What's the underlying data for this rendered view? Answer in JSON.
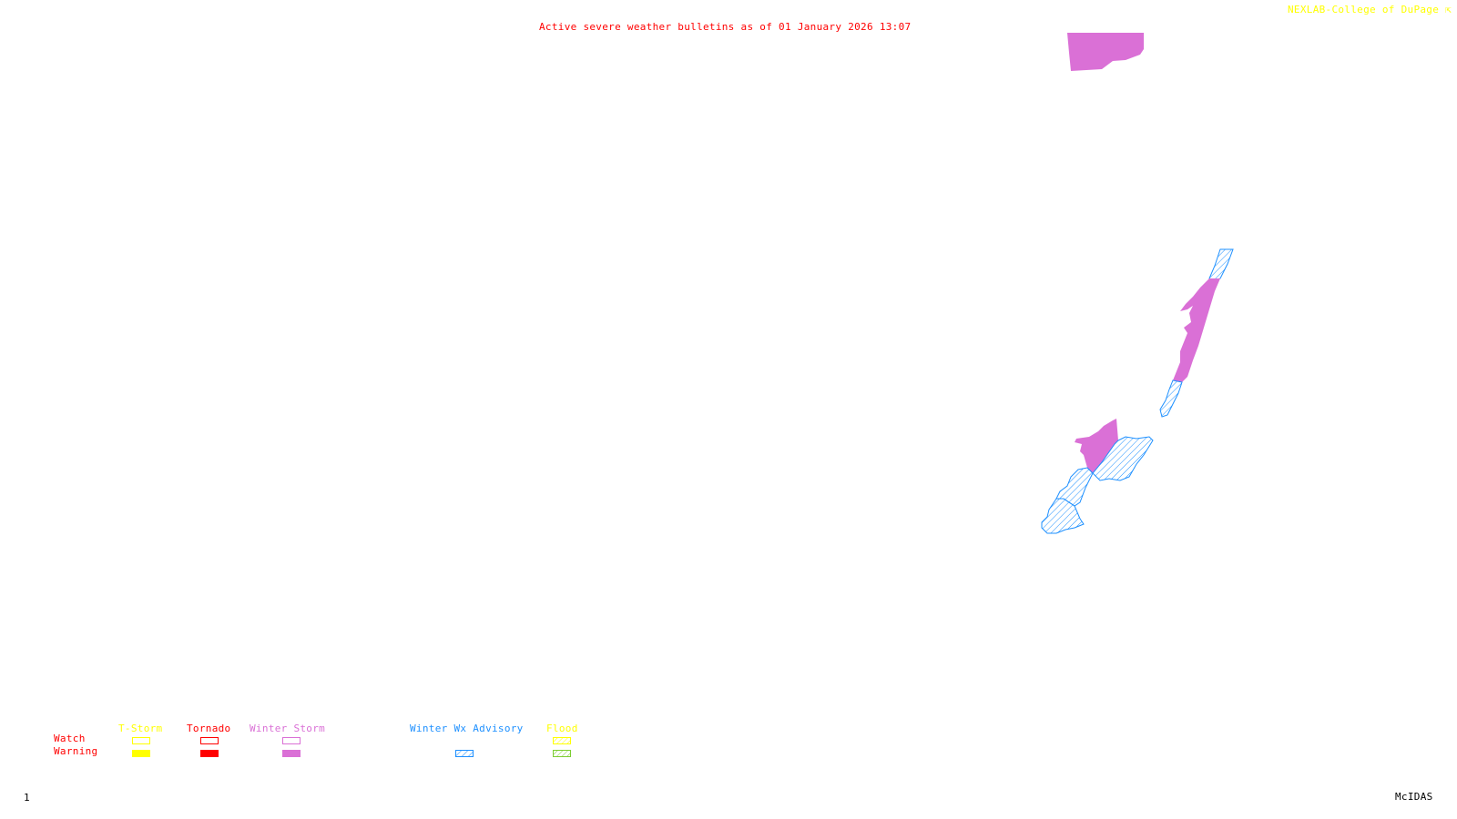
{
  "header": {
    "title": "Active severe weather bulletins as of 01 January 2026 13:07",
    "credit": "NEXLAB-College of DuPage",
    "credit_icon": "arrow-corner-icon"
  },
  "footer": {
    "frame_number": "1",
    "software": "McIDAS"
  },
  "colors": {
    "title": "#ff0000",
    "credit": "#ffff00",
    "tstorm": "#ffff00",
    "tornado": "#ff0000",
    "winter_storm": "#da70d6",
    "winter_advisory": "#1e90ff",
    "flood_watch": "#ffff00",
    "flood_warning": "#7ccd32"
  },
  "legend": {
    "row_labels": {
      "watch": "Watch",
      "warning": "Warning"
    },
    "categories": [
      {
        "key": "tstorm",
        "label": "T-Storm",
        "watch": "outline",
        "warning": "solid"
      },
      {
        "key": "tornado",
        "label": "Tornado",
        "watch": "outline",
        "warning": "solid"
      },
      {
        "key": "winter_storm",
        "label": "Winter Storm",
        "watch": "outline",
        "warning": "solid"
      },
      {
        "key": "winter_advisory",
        "label": "Winter Wx Advisory",
        "watch": "none",
        "warning": "hatched"
      },
      {
        "key": "flood",
        "label": "Flood",
        "watch": "hatched",
        "warning": "hatched"
      }
    ]
  },
  "active_bulletins": [
    {
      "type": "Winter Storm Warning",
      "region": "north"
    },
    {
      "type": "Winter Storm Warning",
      "region": "central-strip"
    },
    {
      "type": "Winter Wx Advisory",
      "region": "central-strip-north"
    },
    {
      "type": "Winter Wx Advisory",
      "region": "central-strip-south"
    },
    {
      "type": "Winter Storm Warning",
      "region": "south"
    },
    {
      "type": "Winter Wx Advisory",
      "region": "south-east"
    },
    {
      "type": "Winter Wx Advisory",
      "region": "south-west"
    }
  ]
}
